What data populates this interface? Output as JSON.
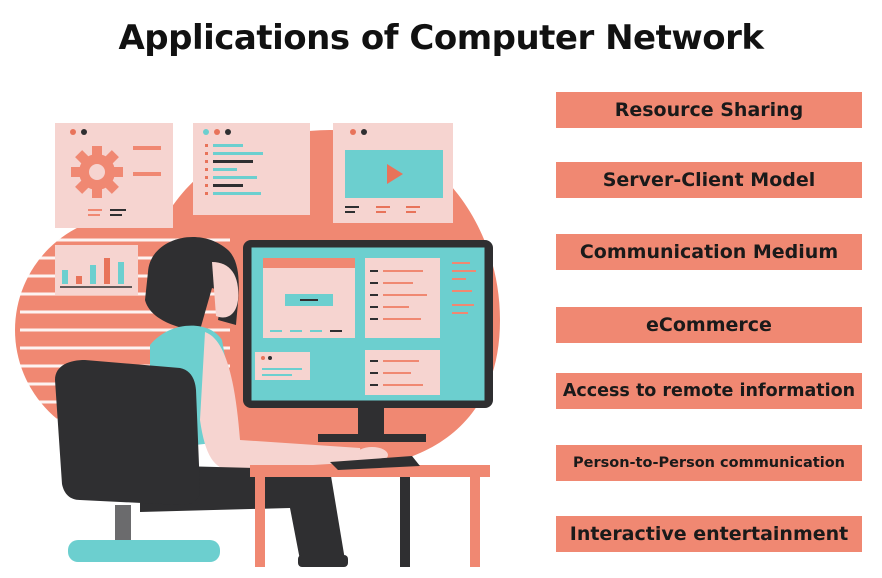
{
  "title": "Applications of Computer Network",
  "applications": [
    "Resource Sharing",
    "Server-Client Model",
    "Communication Medium",
    "eCommerce",
    "Access to remote information",
    "Person-to-Person communication",
    "Interactive entertainment"
  ],
  "colors": {
    "accent": "#f08872",
    "accent_dark": "#e8735a",
    "teal": "#6ccfcf",
    "panel": "#f6d4d0",
    "dark": "#2f2f31"
  },
  "icons": [
    "gear-icon",
    "code-icon",
    "play-icon",
    "bar-chart-icon",
    "monitor-icon",
    "person-icon",
    "chair-icon",
    "desk-icon"
  ]
}
